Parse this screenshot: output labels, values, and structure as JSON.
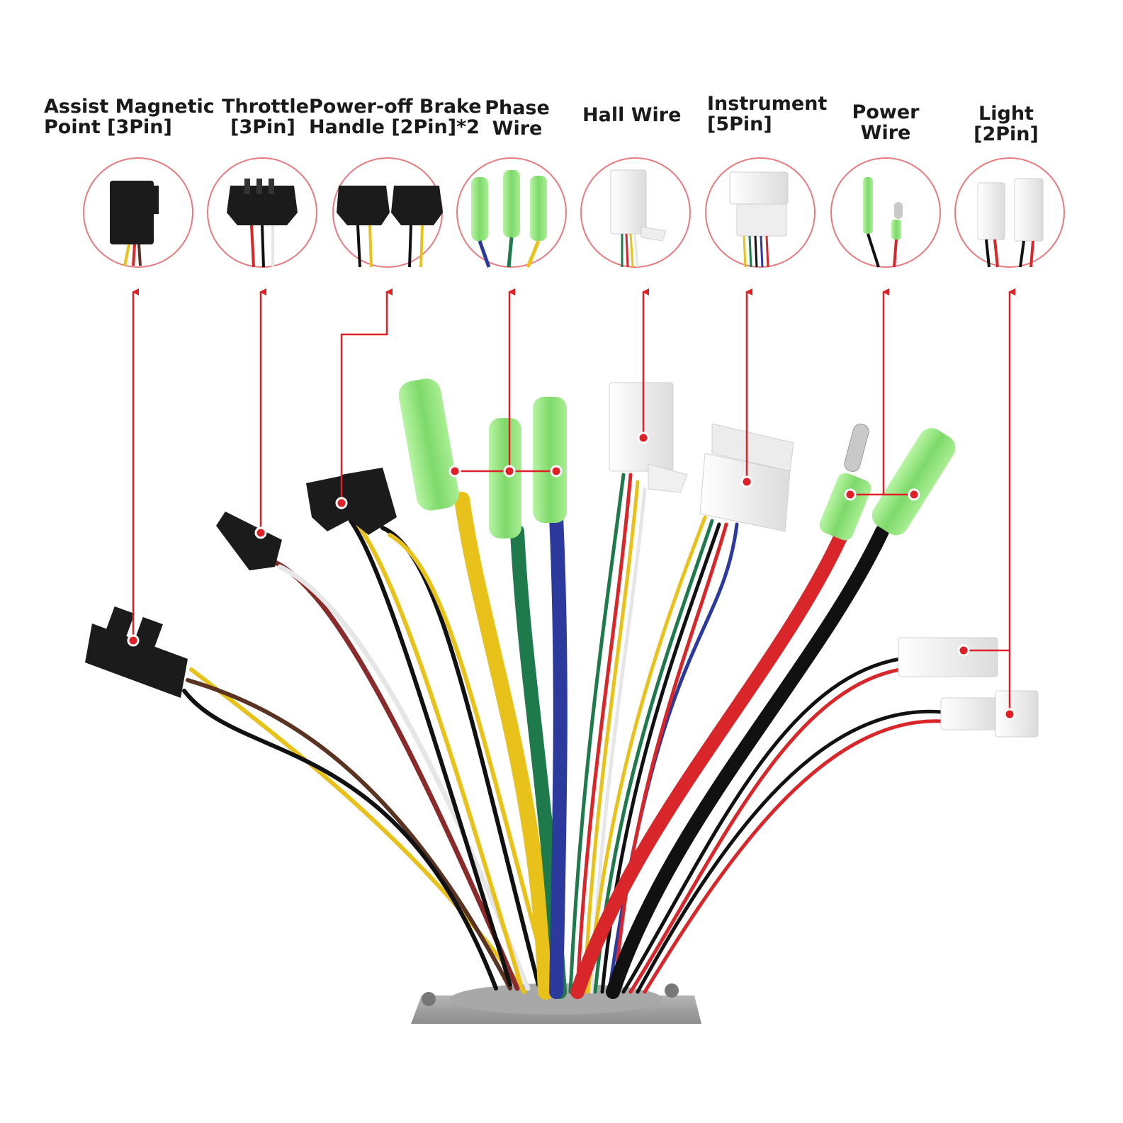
{
  "labels": {
    "assist": {
      "line1": "Assist Magnetic",
      "line2": "Point [3Pin]"
    },
    "throttle": {
      "line1": "Throttle",
      "line2": "[3Pin]"
    },
    "brake": {
      "line1": "Power-off Brake",
      "line2": "Handle [2Pin]*2"
    },
    "phase": {
      "line1": "Phase",
      "line2": "Wire"
    },
    "hall": {
      "line1": "Hall Wire"
    },
    "instrument": {
      "line1": "Instrument",
      "line2": "[5Pin]"
    },
    "power": {
      "line1": "Power",
      "line2": "Wire"
    },
    "light": {
      "line1": "Light",
      "line2": "[2Pin]"
    }
  },
  "colors": {
    "callout_red": "#e01f26",
    "wire_yellow": "#e8c21a",
    "wire_green": "#1e7a4a",
    "wire_blue": "#2b3a9c",
    "wire_red": "#d8262a",
    "wire_black": "#111111",
    "wire_white": "#e6e6e6",
    "wire_brown": "#5a3322",
    "terminal_green": "#8fe07a",
    "connector_black": "#1b1b1b",
    "connector_white": "#f2f2f2",
    "controller_gray": "#9a9a9a"
  },
  "icons": [
    "connector-3pin-black",
    "connector-2pin-black",
    "bullet-terminal-green",
    "connector-white-hall",
    "connector-white-5pin",
    "connector-white-2pin"
  ]
}
